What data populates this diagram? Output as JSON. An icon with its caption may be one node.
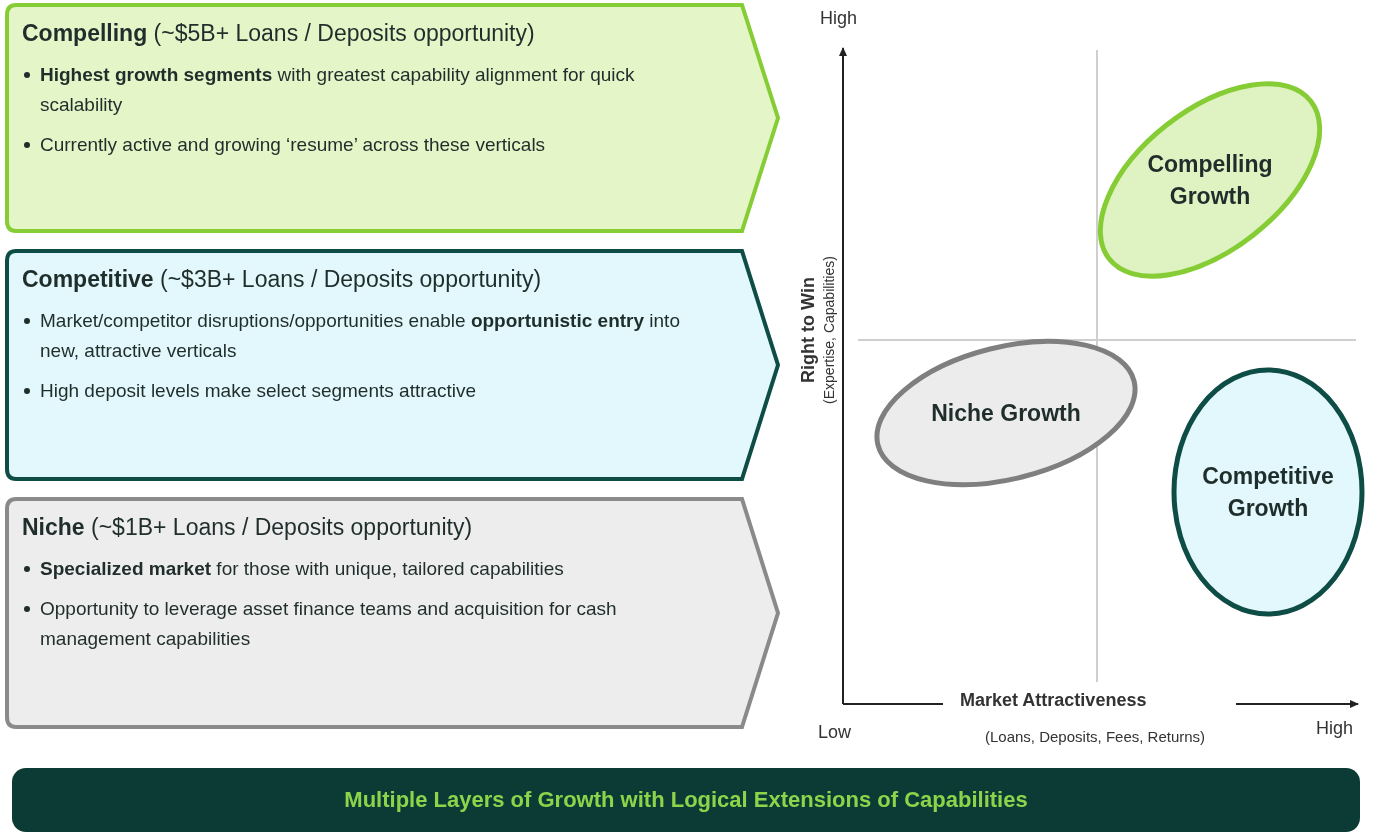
{
  "diagram": {
    "nodes": [
      {
        "text": [
          "**Compelling** (~$5B+ Loans / Deposits opportunity)",
          "**Highest growth segments** with greatest capability alignment for quick scalability",
          "Currently active and growing ‘resume’ across these verticals"
        ]
      },
      {
        "text": [
          "**Competitive** (~$3B+ Loans / Deposits opportunity)",
          "Market/competitor disruptions/opportunities enable **opportunistic entry** into new, attractive verticals",
          "High deposit levels make select segments attractive"
        ]
      },
      {
        "text": [
          "**Niche** (~$1B+ Loans / Deposits opportunity)",
          "**Specialized market** for those with unique, tailored capabilities",
          "Opportunity to leverage asset finance teams and acquisition for cash management capabilities"
        ]
      },
      {
        "text": [
          "Compelling Growth"
        ]
      },
      {
        "text": [
          "Niche Growth"
        ]
      },
      {
        "text": [
          "Competitive Growth"
        ]
      },
      {
        "text": [
          "Multiple Layers of Growth with Logical Extensions of Capabilities"
        ]
      }
    ],
    "labels": [
      "High",
      "Right to Win",
      "(Expertise, Capabilities)",
      "Low",
      "Market Attractiveness",
      "(Loans, Deposits, Fees, Returns)",
      "High"
    ]
  }
}
